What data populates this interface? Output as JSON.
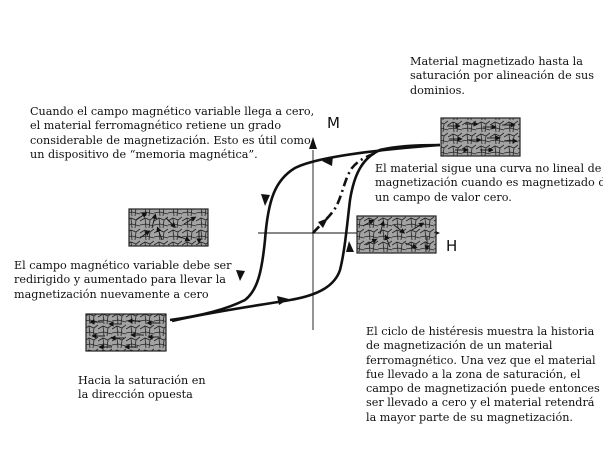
{
  "diagram": {
    "axes": {
      "vertical": "M",
      "horizontal": "H"
    },
    "annotations": {
      "top_right": [
        "Material magnetizado hasta la",
        "saturación por alineación de sus",
        "dominios."
      ],
      "top_left": [
        "Cuando el campo magnético variable llega a cero,",
        "el material ferromagnético retiene un grado",
        "considerable de magnetización. Esto es útil como",
        "un dispositivo de “memoria magnética”."
      ],
      "middle_right": [
        "El material sigue una curva no lineal de",
        "magnetización cuando es magnetizado desde",
        "un campo de valor cero."
      ],
      "middle_left": [
        "El campo magnético variable debe ser",
        "redirigido y aumentado para llevar la",
        "magnetización nuevamente a cero"
      ],
      "bottom_left": [
        "Hacia la saturación en",
        "la dirección opuesta"
      ],
      "bottom_right": [
        "El ciclo de histéresis muestra la historia",
        "de magnetización de un material",
        "ferromagnético. Una vez que el material",
        "fue llevado a la zona de saturación, el",
        "campo de magnetización puede entonces",
        "ser llevado a cero y el material retendrá",
        "la mayor parte de su magnetización."
      ]
    },
    "colors": {
      "line": "#111111",
      "domain_fill": "#9a9a9a",
      "domain_border": "#222222"
    },
    "icons": [
      "domain-block-saturated",
      "domain-block-random",
      "domain-block-reverse",
      "arrow-head-icon"
    ]
  }
}
